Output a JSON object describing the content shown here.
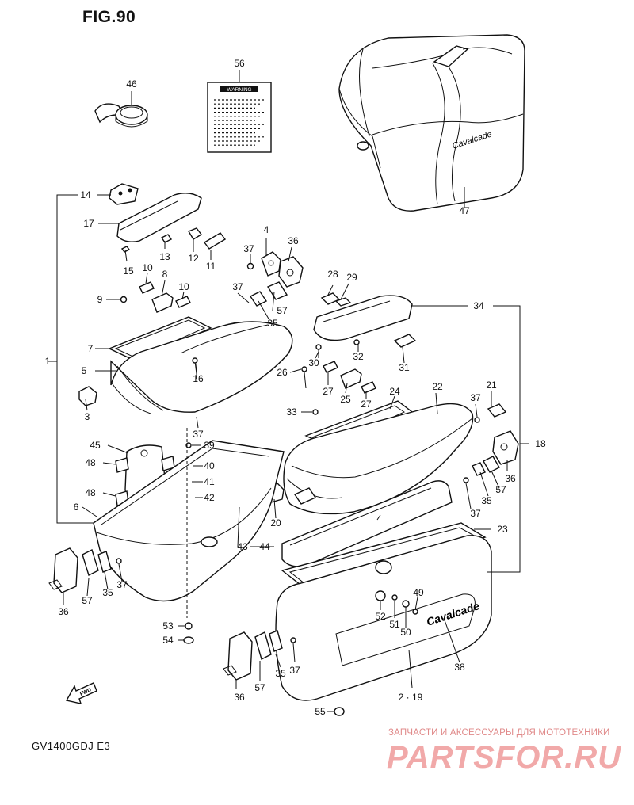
{
  "figure": {
    "title": "FIG.90",
    "model": "GV1400GDJ  E3",
    "fwd_label": "FWD",
    "bag_script": "Cavalcade",
    "lid_script": "Cavalcade",
    "warning_heading": "WARNING"
  },
  "watermark": {
    "subtitle": "ЗАПЧАСТИ И АКСЕССУАРЫ ДЛЯ МОТОТЕХНИКИ",
    "brand": "PARTSFOR.RU",
    "color": "#f1a9a9"
  },
  "callouts": [
    {
      "id": "c46",
      "text": "46"
    },
    {
      "id": "c56",
      "text": "56"
    },
    {
      "id": "c47",
      "text": "47"
    },
    {
      "id": "c14",
      "text": "14"
    },
    {
      "id": "c17",
      "text": "17"
    },
    {
      "id": "c13",
      "text": "13"
    },
    {
      "id": "c12",
      "text": "12"
    },
    {
      "id": "c11",
      "text": "11"
    },
    {
      "id": "c15",
      "text": "15"
    },
    {
      "id": "c4",
      "text": "4"
    },
    {
      "id": "c36a",
      "text": "36"
    },
    {
      "id": "c37a",
      "text": "37"
    },
    {
      "id": "c10a",
      "text": "10"
    },
    {
      "id": "c8",
      "text": "8"
    },
    {
      "id": "c10b",
      "text": "10"
    },
    {
      "id": "c9",
      "text": "9"
    },
    {
      "id": "c37b",
      "text": "37"
    },
    {
      "id": "c57a",
      "text": "57"
    },
    {
      "id": "c35a",
      "text": "35"
    },
    {
      "id": "c28",
      "text": "28"
    },
    {
      "id": "c29",
      "text": "29"
    },
    {
      "id": "c34",
      "text": "34"
    },
    {
      "id": "c7",
      "text": "7"
    },
    {
      "id": "c1",
      "text": "1"
    },
    {
      "id": "c5",
      "text": "5"
    },
    {
      "id": "c16",
      "text": "16"
    },
    {
      "id": "c30",
      "text": "30"
    },
    {
      "id": "c32",
      "text": "32"
    },
    {
      "id": "c31",
      "text": "31"
    },
    {
      "id": "c26",
      "text": "26"
    },
    {
      "id": "c27a",
      "text": "27"
    },
    {
      "id": "c25",
      "text": "25"
    },
    {
      "id": "c3",
      "text": "3"
    },
    {
      "id": "c24",
      "text": "24"
    },
    {
      "id": "c22",
      "text": "22"
    },
    {
      "id": "c21",
      "text": "21"
    },
    {
      "id": "c27b",
      "text": "27"
    },
    {
      "id": "c37c",
      "text": "37"
    },
    {
      "id": "c33",
      "text": "33"
    },
    {
      "id": "c18",
      "text": "18"
    },
    {
      "id": "c37d",
      "text": "37"
    },
    {
      "id": "c45",
      "text": "45"
    },
    {
      "id": "c39",
      "text": "39"
    },
    {
      "id": "c48a",
      "text": "48"
    },
    {
      "id": "c40",
      "text": "40"
    },
    {
      "id": "c41",
      "text": "41"
    },
    {
      "id": "c36b",
      "text": "36"
    },
    {
      "id": "c48b",
      "text": "48"
    },
    {
      "id": "c42",
      "text": "42"
    },
    {
      "id": "c35b",
      "text": "35"
    },
    {
      "id": "c57b",
      "text": "57"
    },
    {
      "id": "c6",
      "text": "6"
    },
    {
      "id": "c20",
      "text": "20"
    },
    {
      "id": "c37e",
      "text": "37"
    },
    {
      "id": "c23",
      "text": "23"
    },
    {
      "id": "c43",
      "text": "43"
    },
    {
      "id": "c44",
      "text": "44"
    },
    {
      "id": "c37f",
      "text": "37"
    },
    {
      "id": "c36c",
      "text": "36"
    },
    {
      "id": "c57c",
      "text": "57"
    },
    {
      "id": "c35c",
      "text": "35"
    },
    {
      "id": "c49",
      "text": "49"
    },
    {
      "id": "c52",
      "text": "52"
    },
    {
      "id": "c51",
      "text": "51"
    },
    {
      "id": "c50",
      "text": "50"
    },
    {
      "id": "c53",
      "text": "53"
    },
    {
      "id": "c54",
      "text": "54"
    },
    {
      "id": "c38",
      "text": "38"
    },
    {
      "id": "c36d",
      "text": "36"
    },
    {
      "id": "c57d",
      "text": "57"
    },
    {
      "id": "c35d",
      "text": "35"
    },
    {
      "id": "c37g",
      "text": "37"
    },
    {
      "id": "c2_19",
      "text": "2 · 19"
    },
    {
      "id": "c55",
      "text": "55"
    }
  ]
}
